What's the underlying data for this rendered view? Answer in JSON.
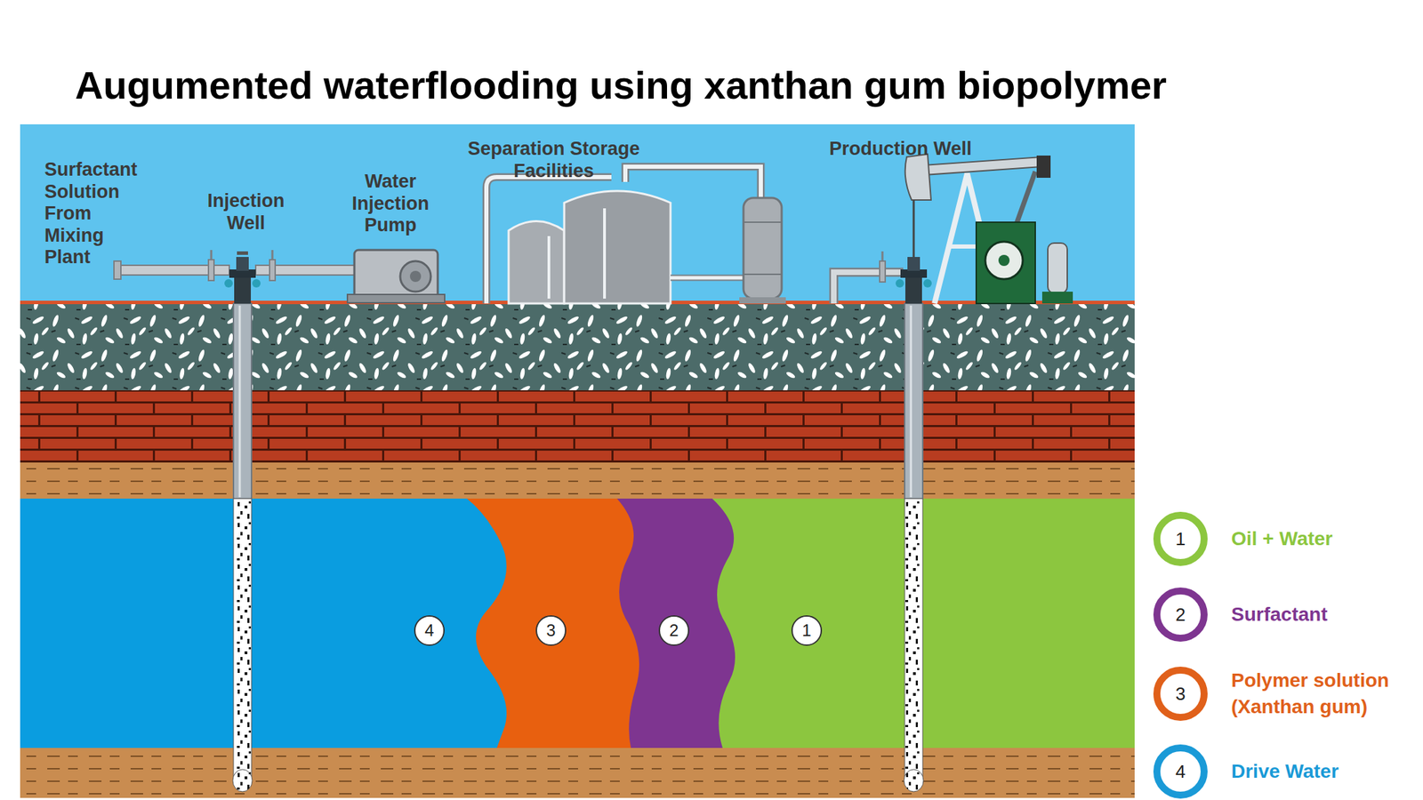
{
  "diagram": {
    "title": "Augumented waterflooding using xanthan gum biopolymer",
    "nodes": [
      {
        "text": [
          "4"
        ]
      },
      {
        "text": [
          "3"
        ]
      },
      {
        "text": [
          "2"
        ]
      },
      {
        "text": [
          "1"
        ]
      }
    ],
    "labels": [
      "Surfactant Solution From Mixing Plant",
      "Injection Well",
      "Water Injection Pump",
      "Separation Storage Facilities",
      "Production Well",
      "1",
      "2",
      "3",
      "4"
    ],
    "legend": [
      {
        "text": "Oil + Water",
        "color": "#8cc63f"
      },
      {
        "text": "Surfactant",
        "color": "#7e3590"
      },
      {
        "text": "Polymer solution (Xanthan gum)",
        "color": "#e0601a"
      },
      {
        "text": "Drive Water",
        "color": "#1a9ad7"
      }
    ]
  }
}
